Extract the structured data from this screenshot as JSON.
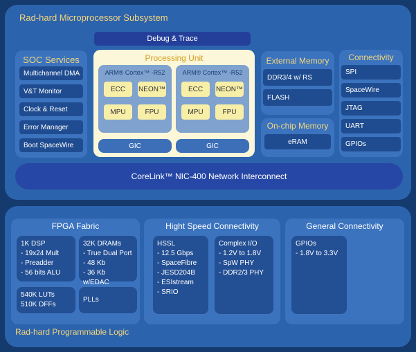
{
  "top": {
    "title": "Rad-hard Microprocessor Subsystem",
    "debug": "Debug & Trace",
    "soc": {
      "title": "SOC Services",
      "items": [
        "Multichannel DMA",
        "V&T Monitor",
        "Clock & Reset",
        "Error Manager",
        "Boot SpaceWire"
      ]
    },
    "processing": {
      "title": "Processing Unit",
      "cores": [
        {
          "name": "ARM® Cortex™ -R52",
          "blocks": [
            "ECC",
            "NEON™",
            "MPU",
            "FPU"
          ],
          "gic": "GIC"
        },
        {
          "name": "ARM® Cortex™ -R52",
          "blocks": [
            "ECC",
            "NEON™",
            "MPU",
            "FPU"
          ],
          "gic": "GIC"
        }
      ]
    },
    "external_memory": {
      "title": "External Memory",
      "items": [
        "DDR3/4 w/ RS",
        "FLASH"
      ]
    },
    "onchip_memory": {
      "title": "On-chip Memory",
      "items": [
        "eRAM"
      ]
    },
    "connectivity": {
      "title": "Connectivity",
      "items": [
        "SPI",
        "SpaceWire",
        "JTAG",
        "UART",
        "GPIOs"
      ]
    },
    "interconnect": "CoreLink™ NIC-400 Network Interconnect"
  },
  "bottom": {
    "title": "Rad-hard Programmable Logic",
    "fpga": {
      "title": "FPGA Fabric",
      "dsp": [
        "1K DSP",
        "- 19x24 Mult",
        "- Preadder",
        "- 56 bits ALU"
      ],
      "drams": [
        "32K DRAMs",
        "- True Dual Port",
        "- 48 Kb",
        "- 36 Kb w/EDAC"
      ],
      "luts": [
        "540K LUTs",
        "510K DFFs"
      ],
      "plls": "PLLs"
    },
    "hsc": {
      "title": "Hight Speed Connectivity",
      "hssl": [
        "HSSL",
        "- 12.5 Gbps",
        "- SpaceFibre",
        "- JESD204B",
        "- ESIstream",
        "- SRIO"
      ],
      "cio": [
        "Complex I/O",
        "- 1.2V to 1.8V",
        "- SpW PHY",
        "- DDR2/3 PHY"
      ]
    },
    "gc": {
      "title": "General Connectivity",
      "gpios": [
        "GPIOs",
        "- 1.8V to 3.3V"
      ]
    }
  }
}
